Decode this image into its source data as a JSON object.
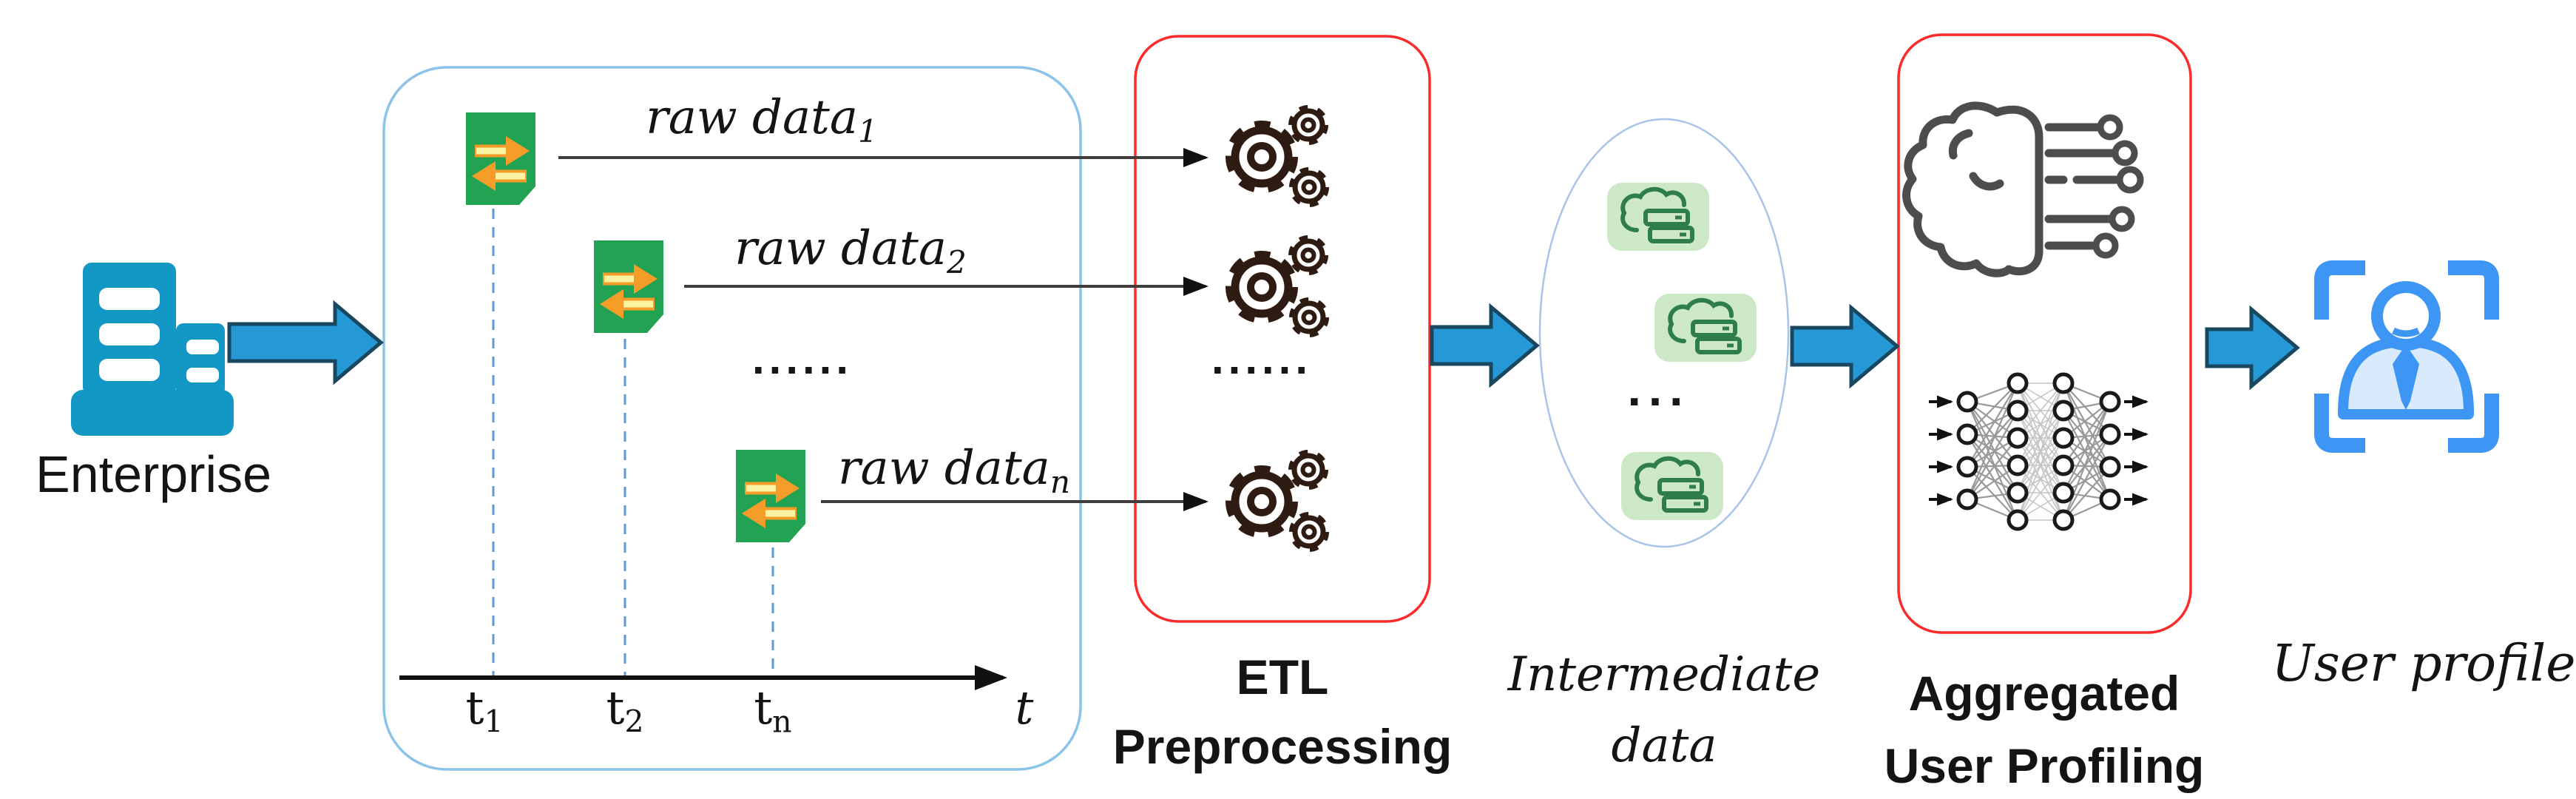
{
  "enterprise": {
    "label": "Enterprise"
  },
  "source_box": {
    "raw_data": [
      {
        "text": "raw data",
        "sub": "1"
      },
      {
        "text": "raw data",
        "sub": "2"
      },
      {
        "text": "raw data",
        "sub": "n"
      }
    ],
    "dots": "......",
    "ticks": [
      {
        "text": "t",
        "sub": "1"
      },
      {
        "text": "t",
        "sub": "2"
      },
      {
        "text": "t",
        "sub": "n"
      },
      {
        "text": "t",
        "sub": ""
      }
    ]
  },
  "etl": {
    "label_lines": [
      "ETL",
      "Preprocessing"
    ],
    "dots": "......"
  },
  "intermediate": {
    "label_lines": [
      "Intermediate",
      "data"
    ],
    "dots": "..."
  },
  "aggregated": {
    "label_lines": [
      "Aggregated",
      "User Profiling"
    ]
  },
  "user_profile": {
    "label": "User profile"
  },
  "icons": {
    "enterprise": "building-icon",
    "source_documents": "file-transfer-icon",
    "etl": "gears-icon",
    "intermediate": "cloud-database-icon",
    "aggregated": [
      "brain-circuit-icon",
      "neural-network-icon"
    ],
    "user_profile": "person-scan-icon",
    "flow": "block-arrow-icon"
  },
  "colors": {
    "building_cyan": "#1397C5",
    "arrow_fill": "#2599D6",
    "arrow_stroke": "#18475F",
    "source_box_border": "#8CC3E9",
    "red_box_border": "#FB2B2B",
    "ellipse_border": "#A9C4E8",
    "doc_green": "#22A354",
    "doc_arrow_orange": "#F59D28",
    "doc_arrow_yellow": "#FAF3A2",
    "db_chip_bg": "#CDE8C6",
    "db_chip_glyph": "#2F7D49",
    "gear_dark": "#2E1B12",
    "brain_gray": "#4D4D4D",
    "profile_blue": "#3E96F4",
    "profile_body_fill": "#D9EAFC",
    "dashed_blue": "#5B9BD5",
    "text": "#141414"
  }
}
